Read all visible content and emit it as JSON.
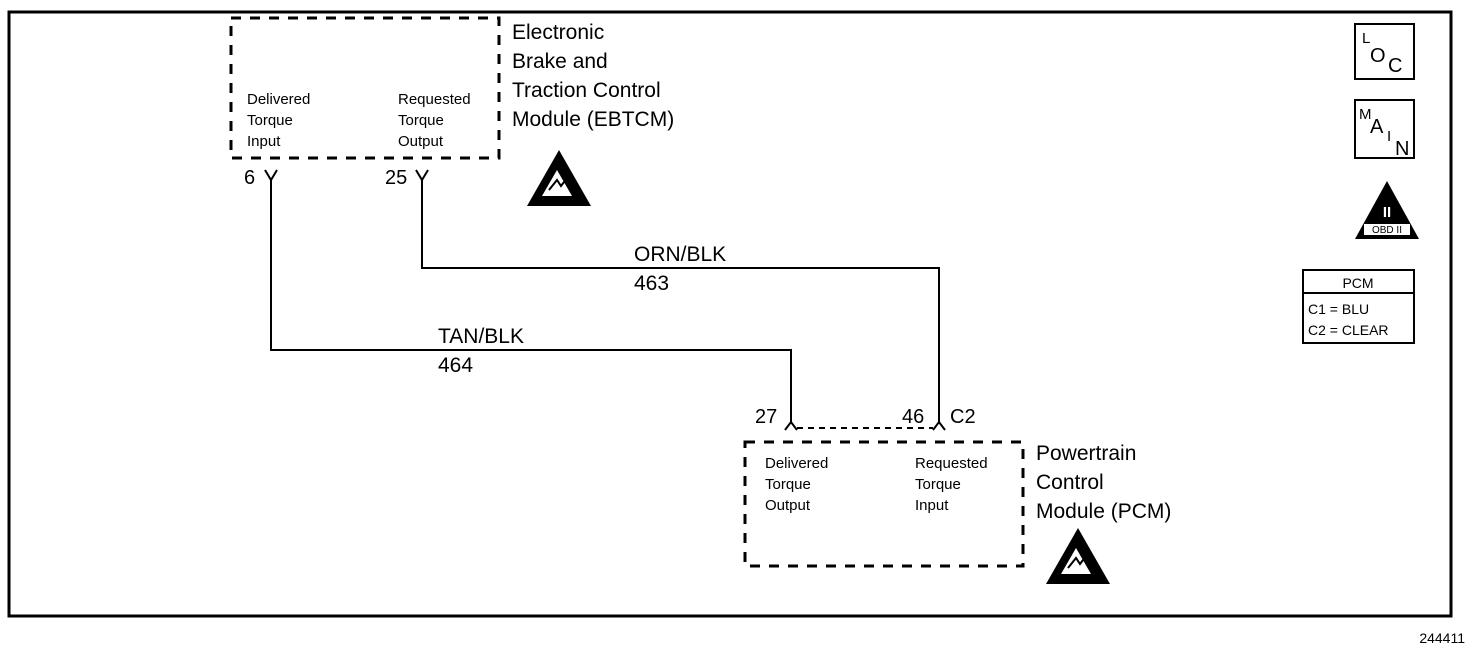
{
  "ebtcm": {
    "title_lines": [
      "Electronic",
      "Brake and",
      "Traction Control",
      "Module (EBTCM)"
    ],
    "left_label": [
      "Delivered",
      "Torque",
      "Input"
    ],
    "right_label": [
      "Requested",
      "Torque",
      "Output"
    ],
    "pin_left": "6",
    "pin_right": "25"
  },
  "pcm": {
    "title_lines": [
      "Powertrain",
      "Control",
      "Module (PCM)"
    ],
    "left_label": [
      "Delivered",
      "Torque",
      "Output"
    ],
    "right_label": [
      "Requested",
      "Torque",
      "Input"
    ],
    "pin_left": "27",
    "pin_right": "46",
    "connector": "C2"
  },
  "wires": {
    "orn": {
      "color": "ORN/BLK",
      "circuit": "463"
    },
    "tan": {
      "color": "TAN/BLK",
      "circuit": "464"
    }
  },
  "legend": {
    "loc": [
      "L",
      "O",
      "C"
    ],
    "main": [
      "M",
      "A",
      "I",
      "N"
    ],
    "obd": {
      "numeral": "II",
      "caption": "OBD II"
    },
    "pcm_box": {
      "header": "PCM",
      "rows": [
        "C1 = BLU",
        "C2 = CLEAR"
      ]
    }
  },
  "figure_id": "244411",
  "icons": [
    "esd-icon",
    "obd-ii-icon"
  ]
}
